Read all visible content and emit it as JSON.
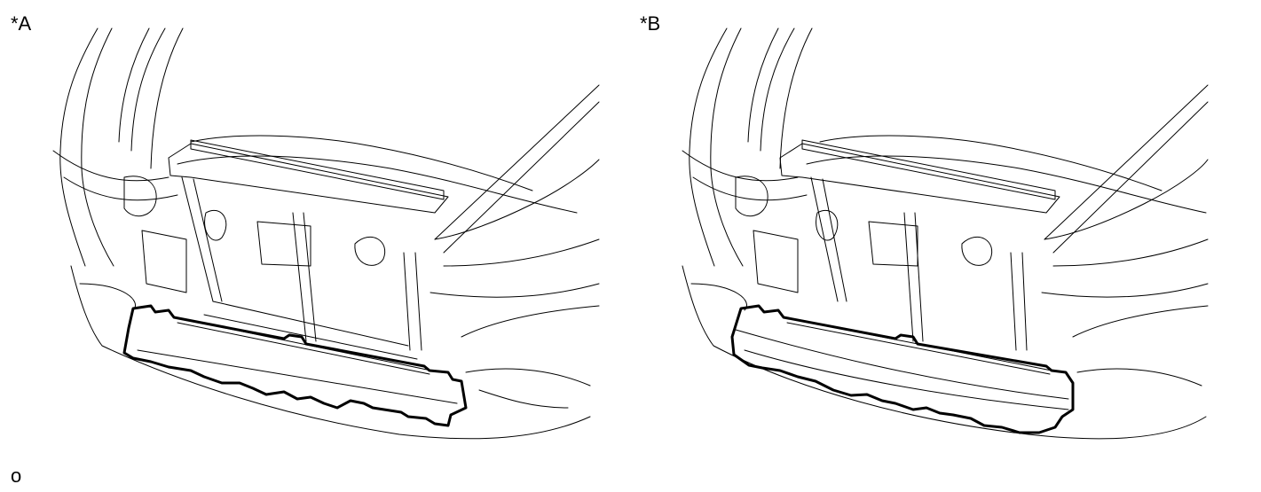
{
  "panels": [
    {
      "label": "*A"
    },
    {
      "label": "*B"
    }
  ],
  "footer": {
    "code": "o"
  },
  "colors": {
    "line": "#000000",
    "background": "#ffffff"
  }
}
